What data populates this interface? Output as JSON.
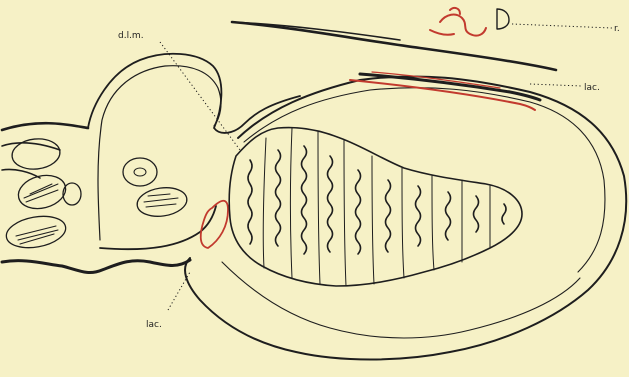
{
  "labels": {
    "dlm": "d.l.m.",
    "r": "r.",
    "lac_upper": "lac.",
    "lac_lower": "lac."
  },
  "colors": {
    "background": "#f6f1c6",
    "ink": "#1e1e1e",
    "red": "#c23a2e"
  }
}
